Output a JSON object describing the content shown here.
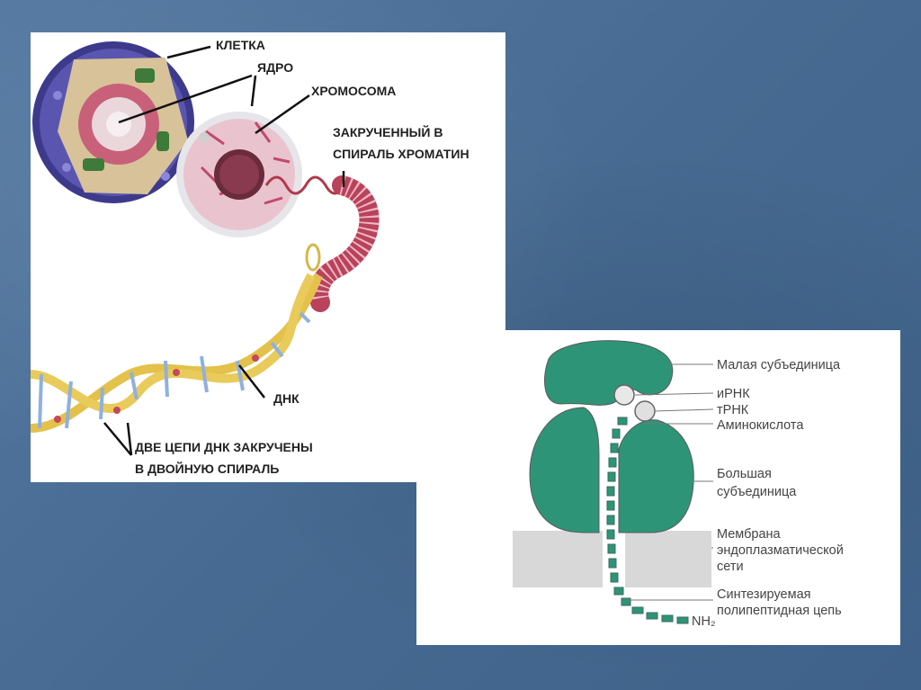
{
  "dna_figure": {
    "labels": {
      "cell": "КЛЕТКА",
      "nucleus": "ЯДРО",
      "chromosome": "ХРОМОСОМА",
      "chromatin_line1": "ЗАКРУЧЕННЫЙ В",
      "chromatin_line2": "СПИРАЛЬ ХРОМАТИН",
      "dna": "ДНК",
      "double_helix_line1": "ДВЕ ЦЕПИ ДНК ЗАКРУЧЕНЫ",
      "double_helix_line2": "В ДВОЙНУЮ СПИРАЛЬ"
    }
  },
  "ribosome_figure": {
    "labels": {
      "small_subunit": "Малая субъединица",
      "mrna": "иРНК",
      "trna": "тРНК",
      "amino_acid": "Аминокислота",
      "large_subunit_line1": "Большая",
      "large_subunit_line2": "субъединица",
      "membrane_line1": "Мембрана",
      "membrane_line2": "эндоплазматической",
      "membrane_line3": "сети",
      "polypeptide_line1": "Синтезируемая",
      "polypeptide_line2": "полипептидная цепь",
      "nh2": "NH₂"
    },
    "colors": {
      "subunit": "#2e9478",
      "membrane": "#d8d8d8"
    }
  }
}
